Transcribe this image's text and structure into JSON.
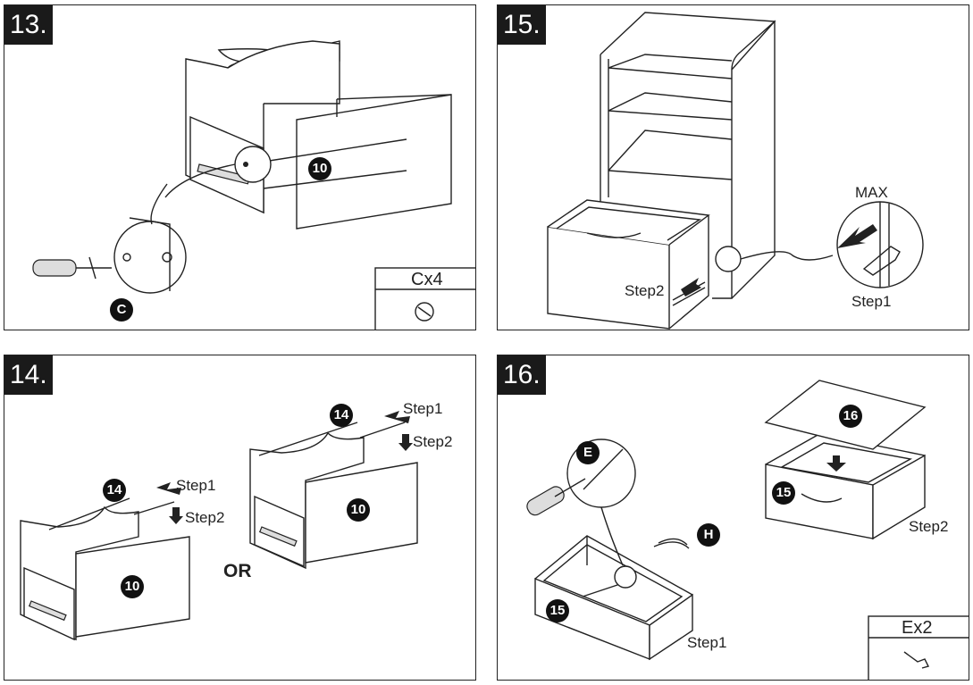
{
  "panels": {
    "p13": {
      "step": "13.",
      "part": "10",
      "hardware": "C",
      "hardware_box": {
        "label": "Cx4",
        "icon": "cam-lock-icon"
      }
    },
    "p15": {
      "step": "15.",
      "step1": "Step1",
      "step2": "Step2",
      "max": "MAX"
    },
    "p14": {
      "step": "14.",
      "left": {
        "part_top": "14",
        "part_front": "10",
        "step1": "Step1",
        "step2": "Step2"
      },
      "or": "OR",
      "right": {
        "part_top": "14",
        "part_front": "10",
        "step1": "Step1",
        "step2": "Step2"
      }
    },
    "p16": {
      "step": "16.",
      "hw_e": "E",
      "hw_h": "H",
      "box_part": "15",
      "box_part_2": "15",
      "lid_part": "16",
      "step1": "Step1",
      "step2": "Step2",
      "hardware_box": {
        "label": "Ex2",
        "icon": "screw-icon"
      }
    }
  }
}
